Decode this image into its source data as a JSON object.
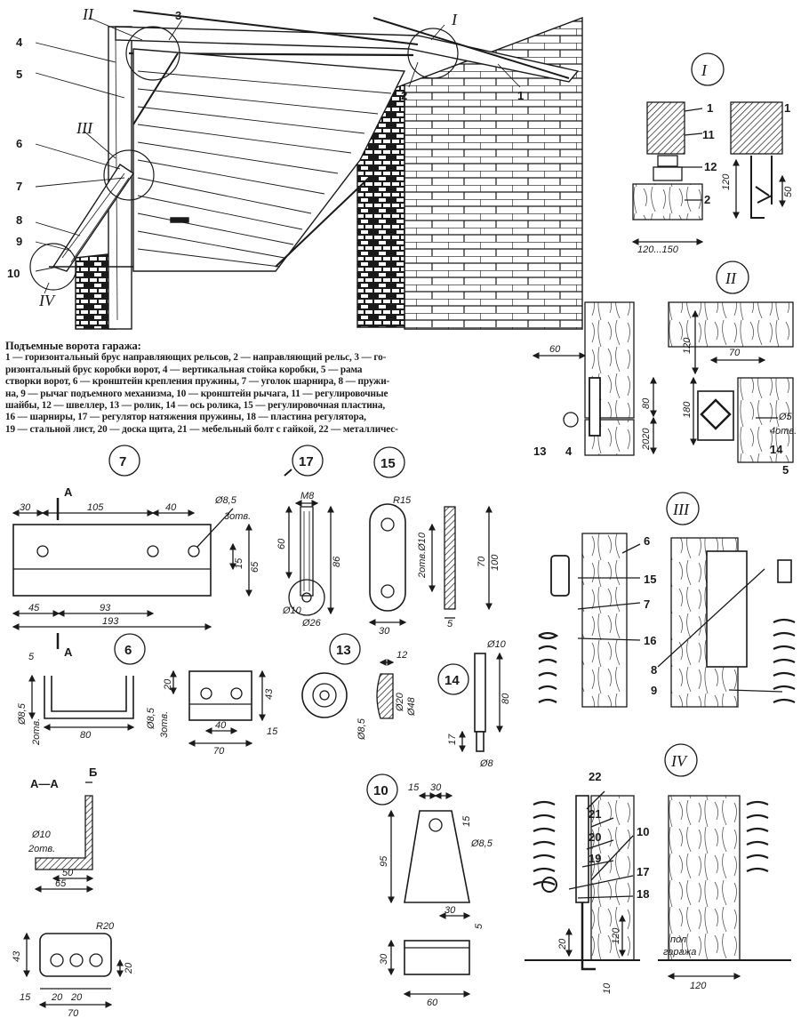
{
  "caption": {
    "title": "Подъемные ворота гаража:",
    "lines": [
      "1 — горизонтальный брус направляющих рельсов, 2 — направляющий рельс, 3 — го-",
      "ризонтальный брус коробки ворот, 4 — вертикальная стойка коробки, 5 — рама",
      "створки ворот, 6 — кронштейн крепления пружины, 7 — уголок шарнира, 8 — пружи-",
      "на, 9 — рычаг подъемного механизма, 10 — кронштейн рычага, 11 — регулировочные",
      "шайбы, 12 — швеллер, 13 — ролик, 14 — ось ролика, 15 — регулировочная пластина,",
      "16 — шарниры, 17 — регулятор натяжения пружины, 18 — пластина регулятора,",
      "19 — стальной лист, 20 — доска щита, 21 — мебельный болт с гайкой, 22 — металличес-"
    ]
  },
  "main_callouts": [
    "1",
    "2",
    "3",
    "4",
    "5",
    "6",
    "7",
    "8",
    "9",
    "10"
  ],
  "detail_roman": {
    "d1": "I",
    "d2": "II",
    "d3": "III",
    "d4": "IV",
    "d4b": "IV"
  },
  "detail_I": {
    "labels": [
      "1",
      "11",
      "12",
      "2",
      "1"
    ],
    "dims": [
      "120...150",
      "120",
      "50"
    ]
  },
  "detail_II": {
    "labels": [
      "13",
      "4",
      "14",
      "5"
    ],
    "dims": [
      "60",
      "80",
      "2020",
      "120",
      "70",
      "180",
      "Ø5",
      "4отв."
    ]
  },
  "detail_III": {
    "labels": [
      "6",
      "15",
      "7",
      "16",
      "8",
      "9"
    ]
  },
  "detail_IV": {
    "labels": [
      "22",
      "21",
      "20",
      "19",
      "10",
      "17",
      "18"
    ],
    "dims": [
      "20",
      "120",
      "10",
      "120"
    ],
    "floor": [
      "пол",
      "гаража"
    ]
  },
  "part_7": {
    "num": "7",
    "section": "А",
    "dims": [
      "30",
      "105",
      "40",
      "Ø8,5",
      "3отв.",
      "15",
      "65",
      "45",
      "93",
      "193"
    ]
  },
  "part_17": {
    "num": "17",
    "dims": [
      "М8",
      "60",
      "86",
      "Ø10",
      "Ø26"
    ]
  },
  "part_15": {
    "num": "15",
    "dims": [
      "R15",
      "2отв.Ø10",
      "70",
      "100",
      "30",
      "5"
    ]
  },
  "part_6": {
    "num": "6",
    "dims": [
      "5",
      "20",
      "Ø8,5",
      "2отв.",
      "80",
      "Ø8,5",
      "3отв.",
      "40",
      "70",
      "43",
      "15"
    ]
  },
  "part_13": {
    "num": "13",
    "dims": [
      "12",
      "Ø20",
      "Ø48",
      "Ø8,5"
    ]
  },
  "part_14": {
    "num": "14",
    "dims": [
      "Ø10",
      "80",
      "17",
      "Ø8"
    ]
  },
  "section_AA": {
    "title": "А—А",
    "b": "Б",
    "dims": [
      "Ø10",
      "2отв.",
      "50",
      "65",
      "R20",
      "43",
      "20",
      "15",
      "20",
      "20",
      "70"
    ]
  },
  "part_10": {
    "num": "10",
    "dims": [
      "15",
      "30",
      "15",
      "Ø8,5",
      "95",
      "30",
      "5",
      "30",
      "60"
    ]
  }
}
